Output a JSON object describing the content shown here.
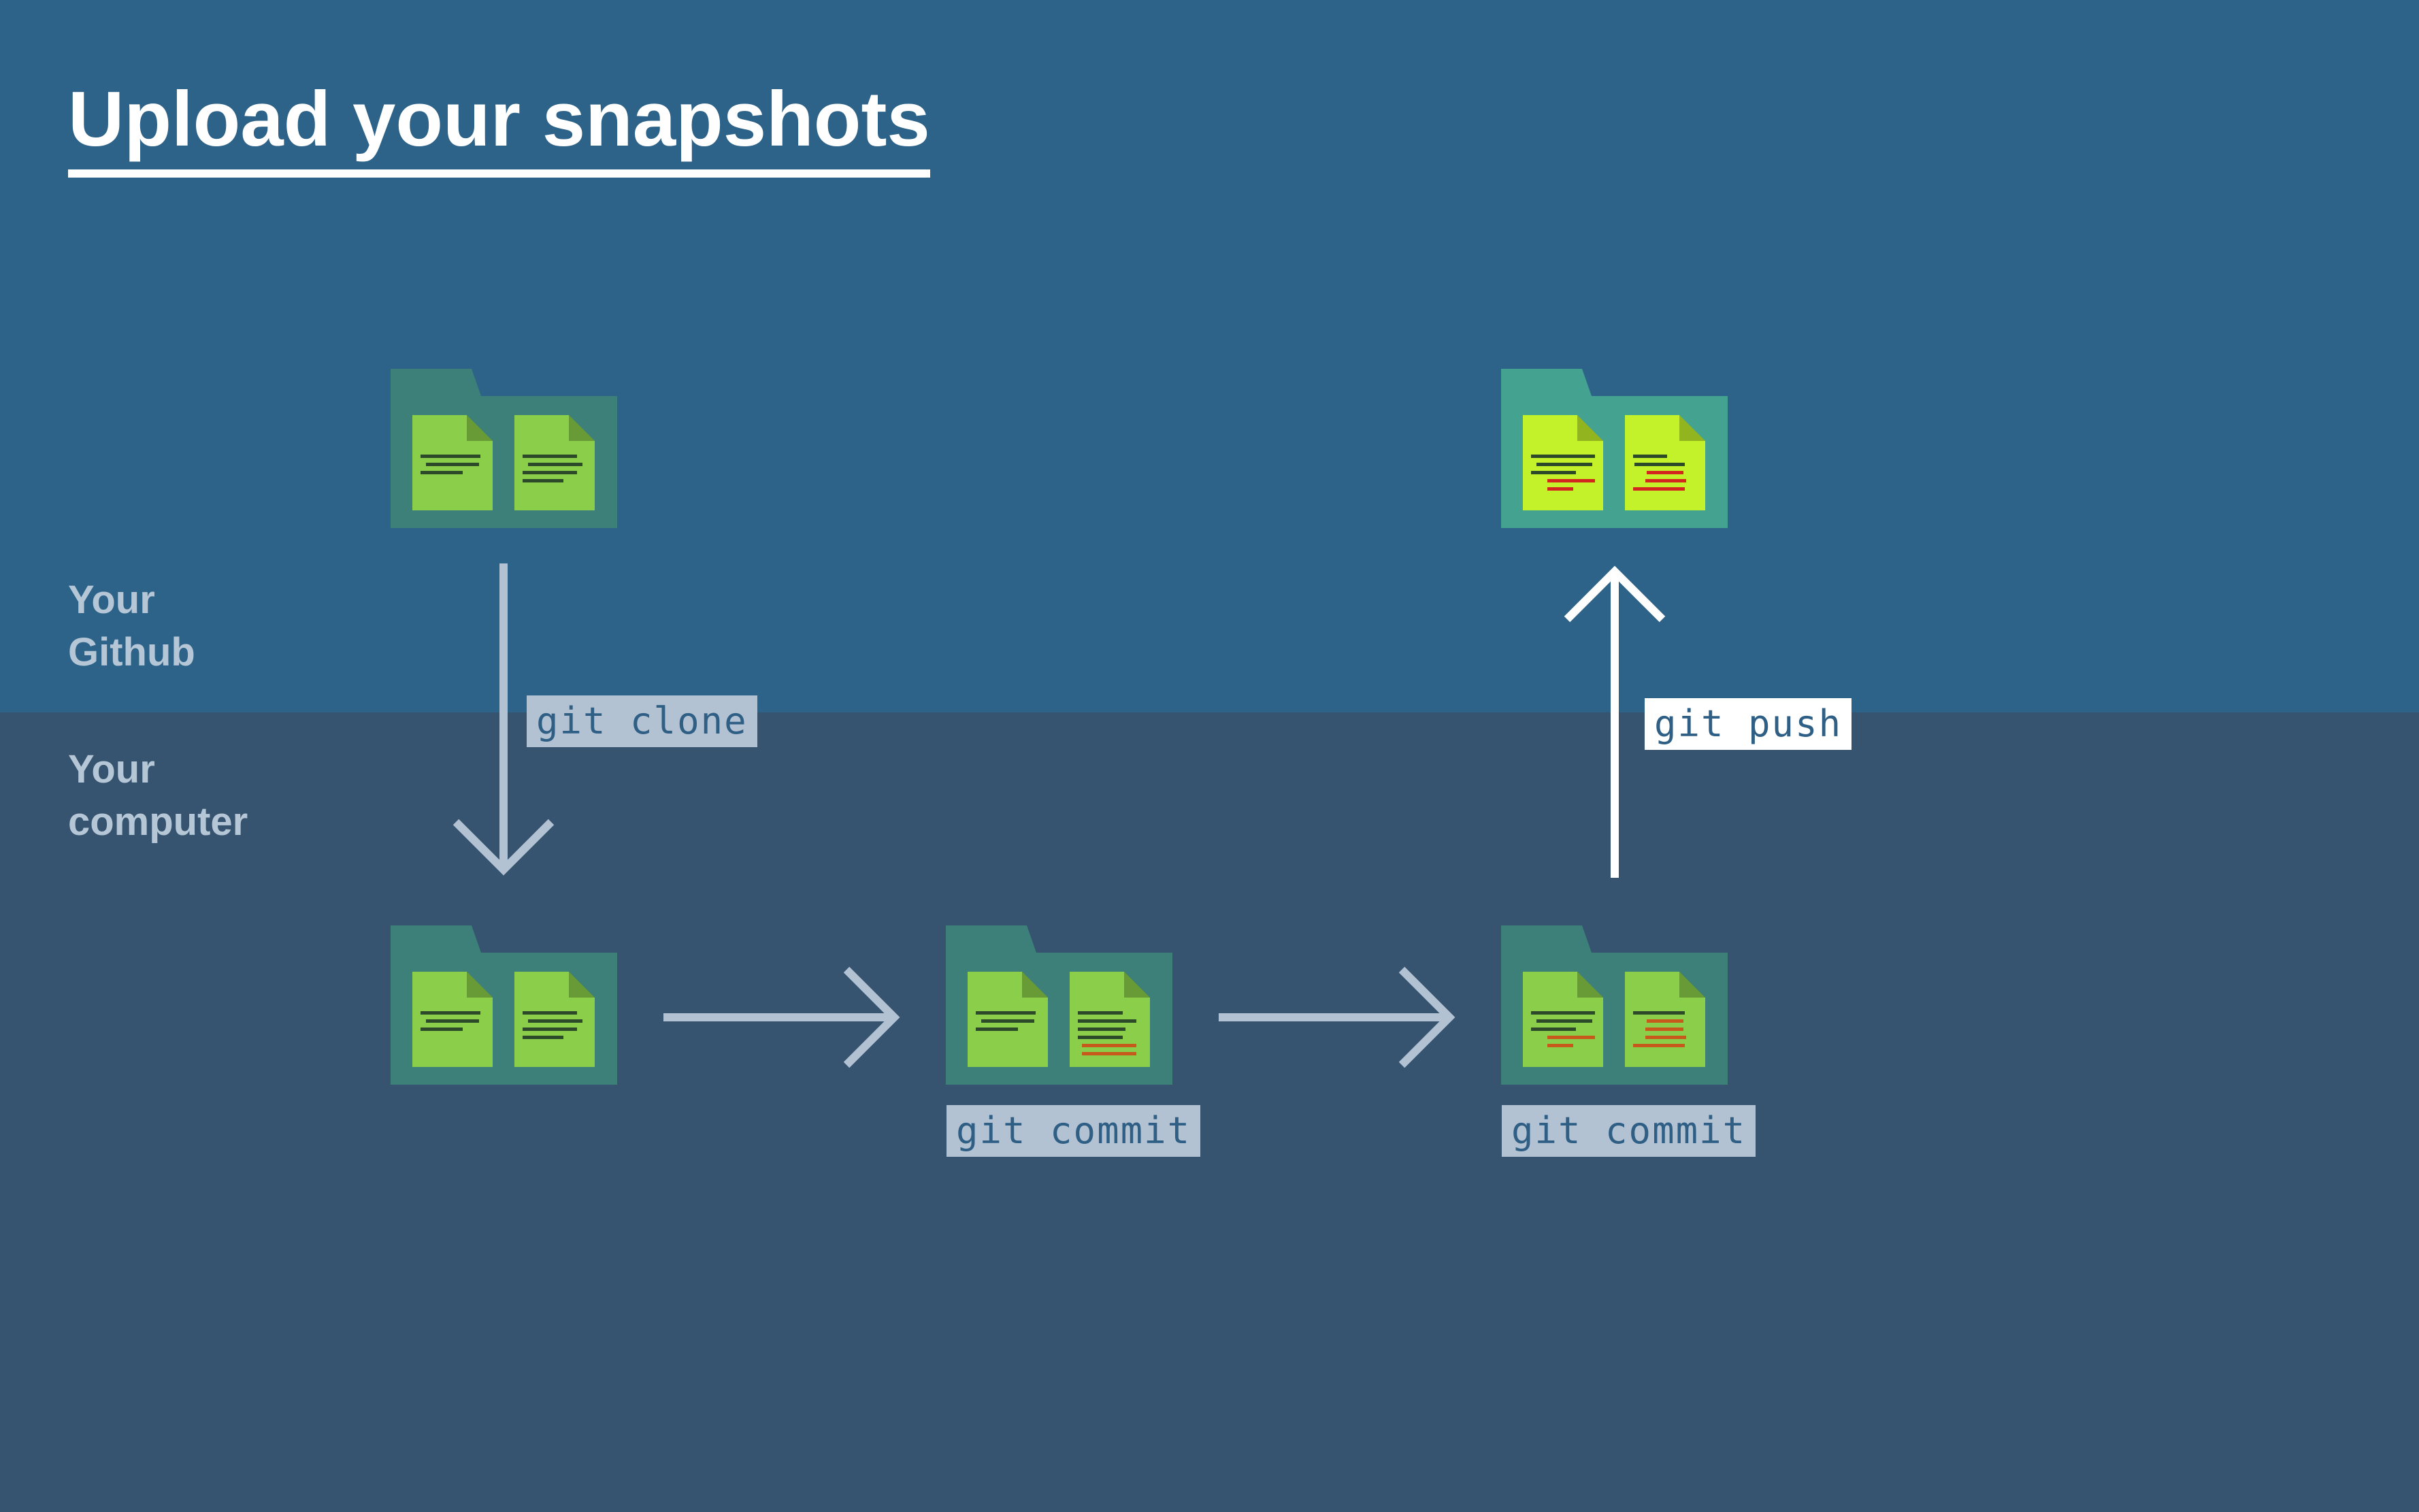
{
  "title": "Upload your snapshots",
  "zones": {
    "github": [
      "Your",
      "Github"
    ],
    "computer": [
      "Your",
      "computer"
    ]
  },
  "commands": {
    "clone": "git clone",
    "commit_1": "git commit",
    "commit_2": "git commit",
    "push": "git push"
  },
  "colors": {
    "github_band": "#2e6389",
    "computer_band": "#36546f",
    "title_text": "#ffffff",
    "zone_label_text": "#b5c7d6",
    "folder": "#3d8079",
    "folder_github_updated": "#44a291",
    "file": "#8bce49",
    "file_updated": "#c3f22a",
    "text_line": "#2c4a2a",
    "text_line_changed": "#c8591c",
    "text_line_changed_remote": "#d2261f",
    "arrow_muted": "#b2c2d2",
    "arrow_push": "#ffffff",
    "cmd_label_bg": "#b2c2d2",
    "cmd_label_text": "#2f5f85",
    "push_label_bg": "#ffffff"
  }
}
